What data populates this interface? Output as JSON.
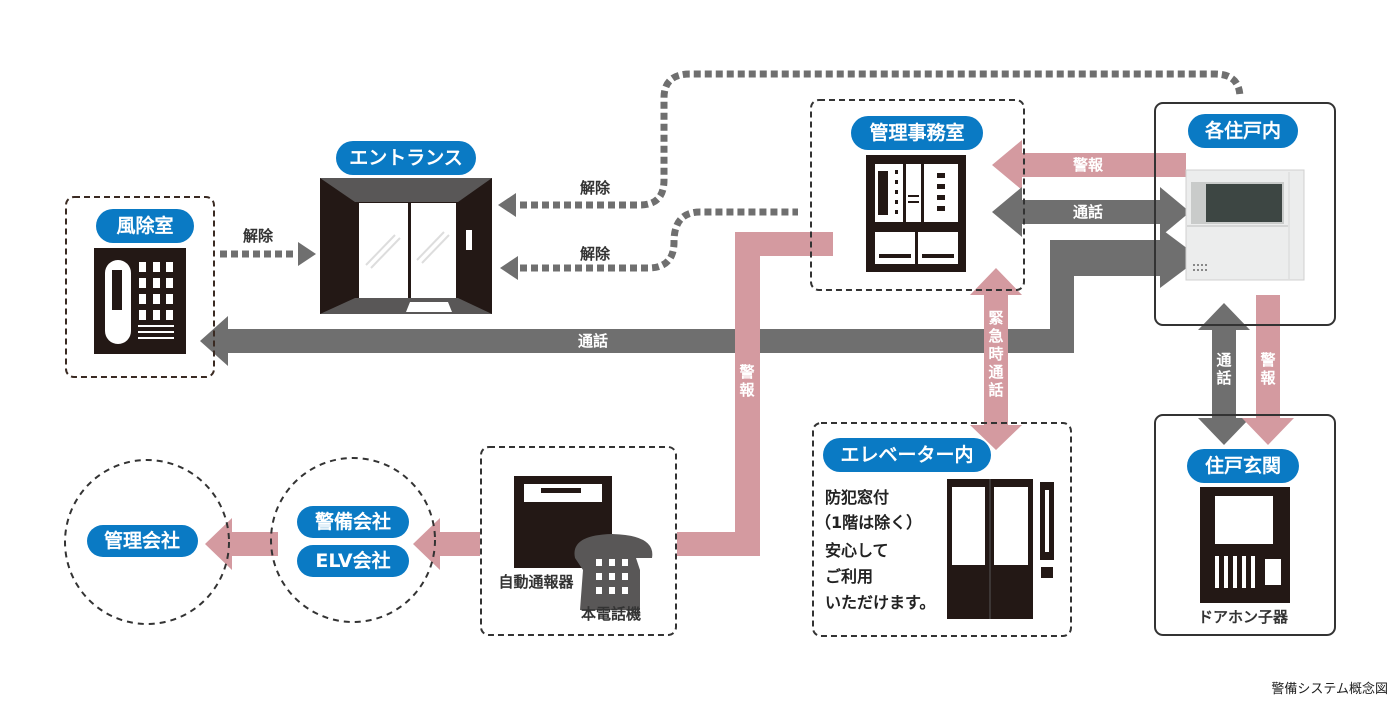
{
  "colors": {
    "pill_blue": "#0a7ac4",
    "alarm_pink": "#d49aa0",
    "call_gray": "#6f6f6f",
    "icon_black": "#231815",
    "release_dots": "#6f6f6f",
    "box_border": "#333333"
  },
  "nodes": {
    "windbreak_room": {
      "label": "風除室",
      "icon": "intercom-panel-icon"
    },
    "entrance": {
      "label": "エントランス",
      "icon": "automatic-door-icon"
    },
    "management_office": {
      "label": "管理事務室",
      "icon": "control-panel-icon"
    },
    "each_unit": {
      "label": "各住戸内",
      "icon": "room-monitor-icon"
    },
    "unit_entrance": {
      "label": "住戸玄関",
      "icon": "door-phone-icon",
      "caption": "ドアホン子器"
    },
    "elevator": {
      "label": "エレベーター内",
      "icon": "elevator-door-icon",
      "description": [
        "防犯窓付",
        "（1階は除く）",
        "安心して",
        "ご利用",
        "いただけます。"
      ]
    },
    "auto_dialer": {
      "icon": "auto-dialer-icon",
      "caption_dialer": "自動通報器",
      "caption_phone": "本電話機",
      "phone_icon": "telephone-icon"
    },
    "security_company": {
      "label": "警備会社"
    },
    "elevator_company": {
      "label": "ELV会社"
    },
    "management_company": {
      "label": "管理会社"
    }
  },
  "connections": {
    "release_windbreak_to_entrance": "解除",
    "release_top": "解除",
    "release_bottom": "解除",
    "call_long": "通話",
    "alarm_unit_to_office": "警報",
    "call_office_unit": "通話",
    "alarm_dialer": "警報",
    "emergency_call": "緊急時通話",
    "call_unit_entrance": "通話",
    "alarm_unit_entrance": "警報"
  },
  "caption": "警備システム概念図"
}
